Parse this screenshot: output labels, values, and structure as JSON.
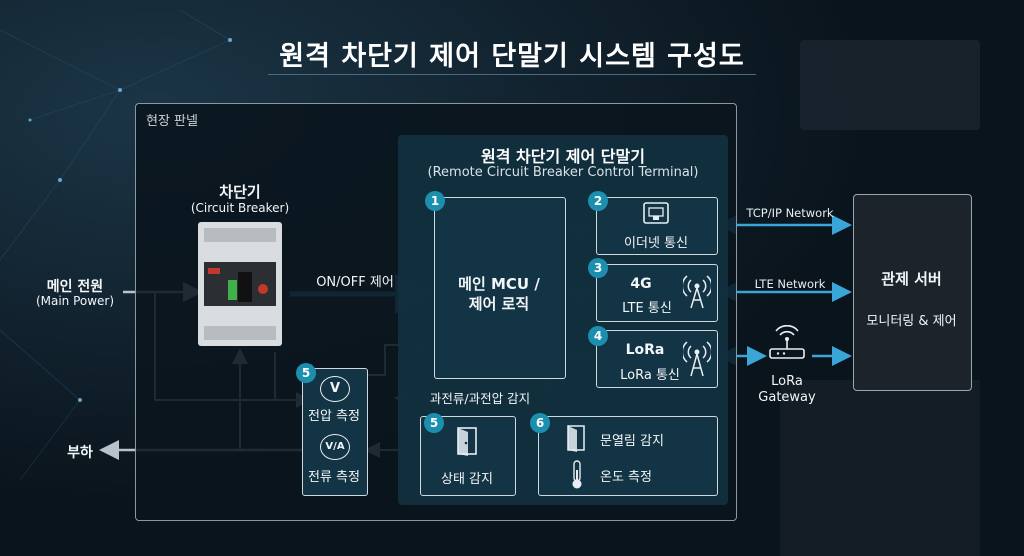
{
  "title": "원격 차단기 제어 단말기 시스템 구성도",
  "panel_label": "현장 판넬",
  "terminal": {
    "title": "원격 차단기 제어 단말기",
    "subtitle": "(Remote Circuit Breaker Control Terminal)"
  },
  "breaker": {
    "title": "차단기",
    "subtitle": "(Circuit Breaker)"
  },
  "main_power": {
    "title": "메인 전원",
    "subtitle": "(Main Power)"
  },
  "load": "부하",
  "onoff_label": "ON/OFF 제어",
  "mcu": {
    "line1": "메인 MCU /",
    "line2": "제어 로직"
  },
  "modules": {
    "ethernet": {
      "num": "2",
      "label": "이더넷 통신"
    },
    "lte": {
      "num": "3",
      "badge": "4G",
      "label": "LTE 통신"
    },
    "lora": {
      "num": "4",
      "badge": "LoRa",
      "label": "LoRa 통신"
    }
  },
  "mcu_num": "1",
  "measure": {
    "num": "5",
    "voltage_icon": "V",
    "voltage_label": "전압 측정",
    "current_icon": "V/A",
    "current_label": "전류 측정"
  },
  "overcurrent_label": "과전류/과전압 감지",
  "status": {
    "num": "5",
    "label": "상태 감지"
  },
  "sensors": {
    "num": "6",
    "door_label": "문열림 감지",
    "temp_label": "온도 측정"
  },
  "network": {
    "tcp": "TCP/IP Network",
    "lte": "LTE Network",
    "gateway_line1": "LoRa",
    "gateway_line2": "Gateway"
  },
  "server": {
    "title": "관제 서버",
    "subtitle": "모니터링 & 제어"
  },
  "colors": {
    "accent": "#3aa6d8",
    "badge": "#1c8fb0",
    "arrow_gray": "#b8c2ca"
  },
  "icons": [
    "ethernet-port-icon",
    "antenna-icon",
    "router-icon",
    "voltage-icon",
    "current-icon",
    "door-icon",
    "thermometer-icon"
  ]
}
